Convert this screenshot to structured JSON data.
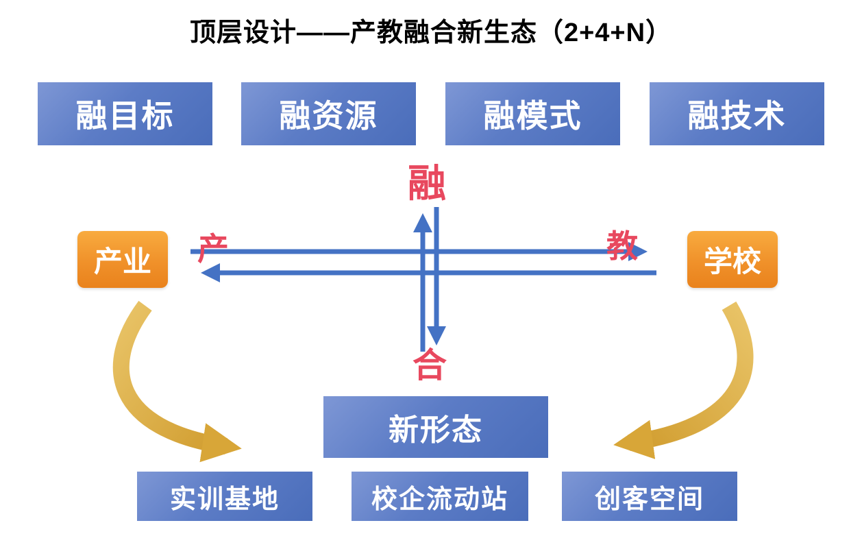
{
  "title": "顶层设计——产教融合新生态（2+4+N）",
  "top_boxes": [
    {
      "label": "融目标"
    },
    {
      "label": "融资源"
    },
    {
      "label": "融模式"
    },
    {
      "label": "融技术"
    }
  ],
  "cross": {
    "top_char": "融",
    "bottom_char": "合",
    "left_char": "产",
    "right_char": "教",
    "left_node": "产业",
    "right_node": "学校"
  },
  "center_box": {
    "label": "新形态"
  },
  "bottom_boxes": [
    {
      "label": "实训基地"
    },
    {
      "label": "校企流动站"
    },
    {
      "label": "创客空间"
    }
  ],
  "colors": {
    "box_blue": "#5c7cc6",
    "node_orange": "#f0912a",
    "accent_red": "#e8485e",
    "arrow_blue": "#4472c4",
    "arrow_gold": "#d9a93c"
  }
}
